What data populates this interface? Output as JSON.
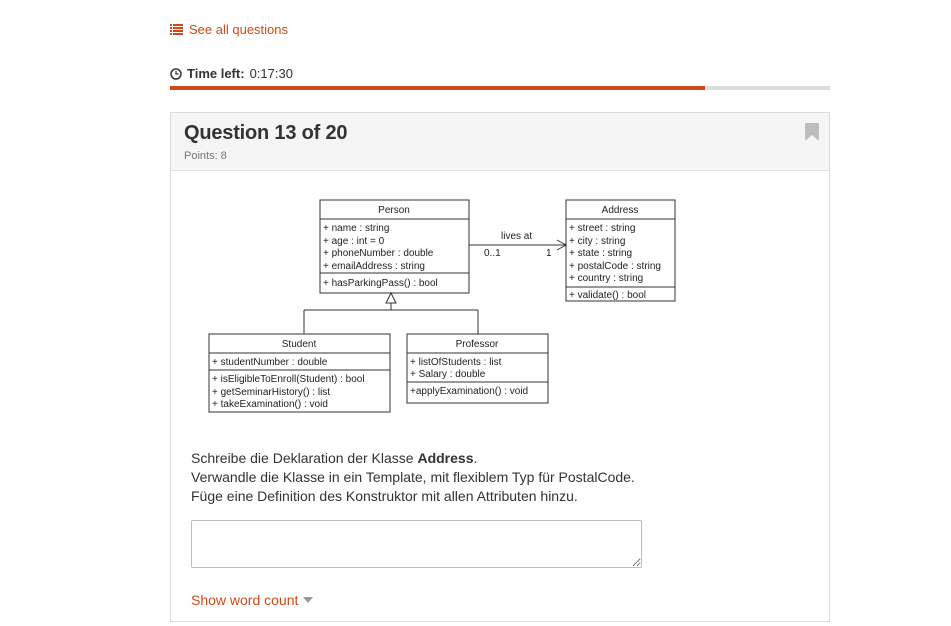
{
  "nav": {
    "see_all_label": "See all questions",
    "see_all_icon": "list-icon"
  },
  "timer": {
    "label": "Time left:",
    "value": "0:17:30",
    "icon": "clock-icon",
    "progress_fraction": 0.81
  },
  "colors": {
    "accent": "#d04a18",
    "track": "#dddddd",
    "card_header": "#f5f5f5"
  },
  "question": {
    "title": "Question 13 of 20",
    "points": "Points: 8",
    "bookmark_icon": "bookmark-icon"
  },
  "diagram": {
    "person": {
      "name": "Person",
      "attributes": [
        "+ name : string",
        "+ age : int = 0",
        "+ phoneNumber : double",
        "+ emailAddress : string"
      ],
      "methods": [
        "+ hasParkingPass() : bool"
      ]
    },
    "address": {
      "name": "Address",
      "attributes": [
        "+ street : string",
        "+ city : string",
        "+ state : string",
        "+ postalCode : string",
        "+ country : string"
      ],
      "methods": [
        "+ validate() : bool"
      ]
    },
    "student": {
      "name": "Student",
      "attributes": [
        "+ studentNumber : double"
      ],
      "methods": [
        "+ isEligibleToEnroll(Student) : bool",
        "+ getSeminarHistory() : list",
        "+ takeExamination() : void"
      ]
    },
    "professor": {
      "name": "Professor",
      "attributes": [
        "+ listOfStudents : list",
        "+ Salary : double"
      ],
      "methods": [
        "+applyExamination() : void"
      ]
    },
    "association": {
      "label": "lives at",
      "mult_from": "0..1",
      "mult_to": "1"
    }
  },
  "prompt": {
    "line1_prefix": "Schreibe die Deklaration der Klasse ",
    "line1_bold": "Address",
    "line1_suffix": ".",
    "line2": "Verwandle die Klasse in ein Template, mit flexiblem Typ für PostalCode.",
    "line3": "Füge eine Definition des Konstruktor mit allen Attributen hinzu."
  },
  "answer": {
    "value": "",
    "placeholder": ""
  },
  "word_count": {
    "label": "Show word count",
    "icon": "caret-down-icon"
  }
}
